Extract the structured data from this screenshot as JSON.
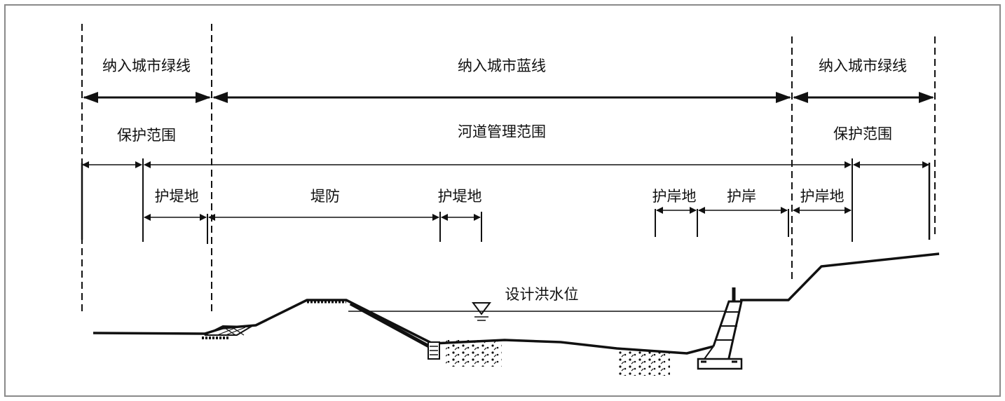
{
  "labels": {
    "green_left": "纳入城市绿线",
    "blue": "纳入城市蓝线",
    "green_right": "纳入城市绿线",
    "protect_left": "保护范围",
    "river_mgmt": "河道管理范围",
    "protect_right": "保护范围",
    "dike_land_left": "护堤地",
    "dike": "堤防",
    "dike_land_right": "护堤地",
    "bank_land_left": "护岸地",
    "bank": "护岸",
    "bank_land_right": "护岸地",
    "flood_level": "设计洪水位"
  },
  "colors": {
    "ink": "#111111",
    "frame": "#8a8a8a",
    "background": "#ffffff"
  }
}
